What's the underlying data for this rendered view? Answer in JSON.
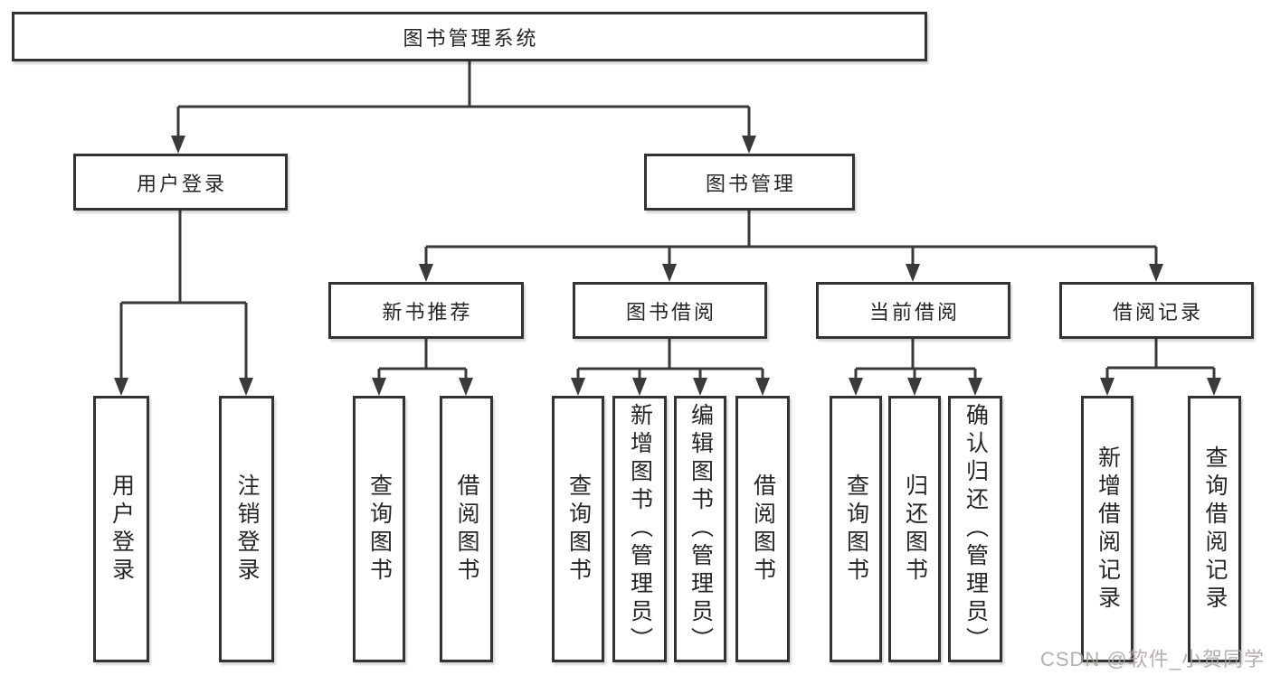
{
  "diagram": {
    "root": {
      "label": "图书管理系统"
    },
    "branches": [
      {
        "label": "用户登录",
        "children": [
          {
            "label": "用户登录"
          },
          {
            "label": "注销登录"
          }
        ]
      },
      {
        "label": "图书管理",
        "children": [
          {
            "label": "新书推荐",
            "children": [
              {
                "label": "查询图书"
              },
              {
                "label": "借阅图书"
              }
            ]
          },
          {
            "label": "图书借阅",
            "children": [
              {
                "label": "查询图书"
              },
              {
                "label": "新增图书（管理员）"
              },
              {
                "label": "编辑图书（管理员）"
              },
              {
                "label": "借阅图书"
              }
            ]
          },
          {
            "label": "当前借阅",
            "children": [
              {
                "label": "查询图书"
              },
              {
                "label": "归还图书"
              },
              {
                "label": "确认归还（管理员）"
              }
            ]
          },
          {
            "label": "借阅记录",
            "children": [
              {
                "label": "新增借阅记录"
              },
              {
                "label": "查询借阅记录"
              }
            ]
          }
        ]
      }
    ]
  },
  "watermark": {
    "text": "CSDN @软件_小贺同学"
  },
  "colors": {
    "line": "#3a3a3a",
    "box_border": "#333333",
    "text": "#262626",
    "watermark": "#a8a29e",
    "background": "#ffffff"
  }
}
